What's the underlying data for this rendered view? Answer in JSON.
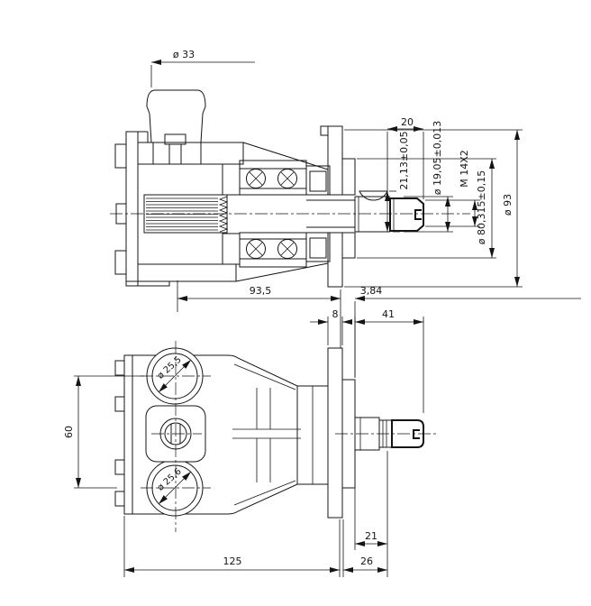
{
  "page": {
    "background": "#ffffff",
    "line_color": "#141414"
  },
  "dimensions": {
    "section": {
      "port_diameter": "ø 33",
      "thread_length": "20",
      "key_height": "21,13±0,05",
      "shaft_diameter": "ø 19,05±0,013",
      "thread_spec": "M 14X2",
      "pilot_diameter": "ø 80,315±0,15",
      "flange_diameter": "ø 93",
      "housing_to_flange": "93,5",
      "pilot_offset": "3,84"
    },
    "front": {
      "upper_port_diameter": "ø 25,5",
      "lower_port_diameter": "ø 25,6",
      "port_spacing": "60",
      "flange_thickness": "8",
      "shaft_extension": "41",
      "shaft_thread_length": "21",
      "body_length": "125",
      "shaft_total_length": "26"
    }
  }
}
